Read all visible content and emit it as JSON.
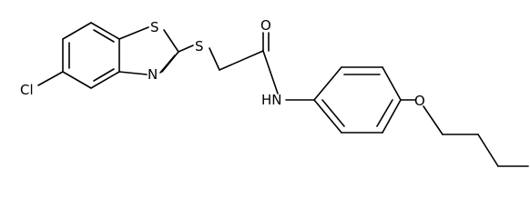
{
  "molecule": {
    "atoms": {
      "S_ring": "S",
      "N_ring": "N",
      "Cl": "Cl",
      "S_thio": "S",
      "O_carbonyl": "O",
      "NH": "HN",
      "O_ether": "O"
    }
  }
}
